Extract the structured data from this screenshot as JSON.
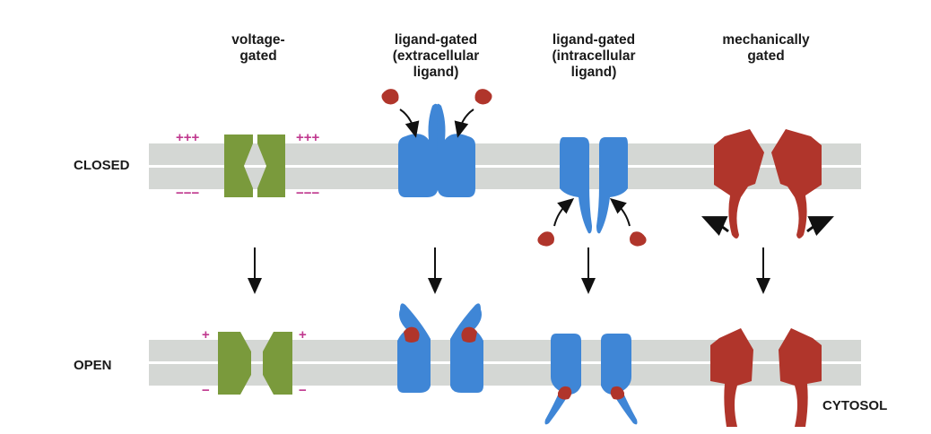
{
  "headers": [
    {
      "lines": [
        "voltage-",
        "gated"
      ]
    },
    {
      "lines": [
        "ligand-gated",
        "(extracellular",
        "ligand)"
      ]
    },
    {
      "lines": [
        "ligand-gated",
        "(intracellular",
        "ligand)"
      ]
    },
    {
      "lines": [
        "mechanically",
        "gated"
      ]
    }
  ],
  "rows": {
    "closed": "CLOSED",
    "open": "OPEN"
  },
  "cytosol_label": "CYTOSOL",
  "charges": {
    "closed_top": "+++",
    "closed_bottom": "−−−",
    "open_top": "+",
    "open_bottom": "−"
  },
  "colors": {
    "membrane": "#d4d7d4",
    "voltage_channel": "#7a9a3c",
    "ligand_channel": "#3f86d6",
    "mechanical_channel": "#b0352b",
    "ligand": "#b0352b",
    "charge": "#c0398f"
  }
}
